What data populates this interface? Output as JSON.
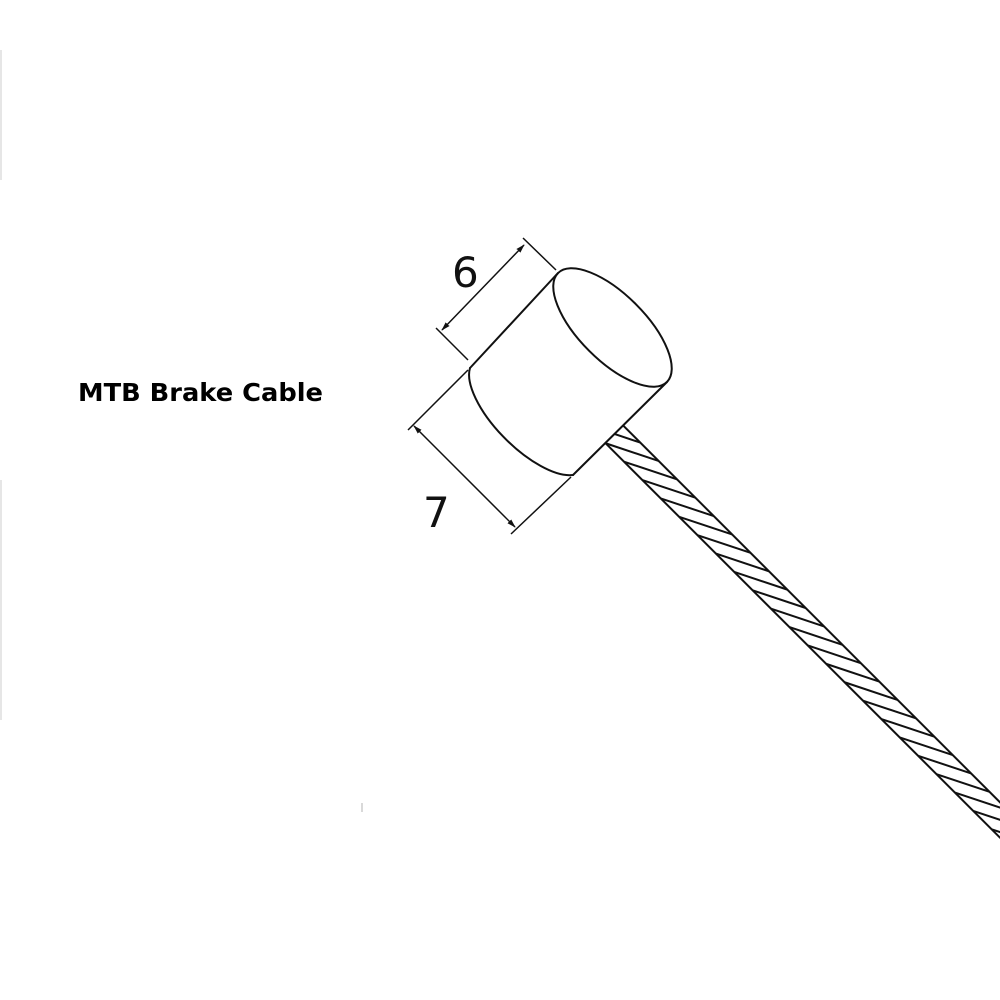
{
  "title": "MTB Brake Cable",
  "dimensions": {
    "head_length": "6",
    "head_diameter": "7"
  },
  "colors": {
    "line": "#111111",
    "background": "#ffffff"
  }
}
